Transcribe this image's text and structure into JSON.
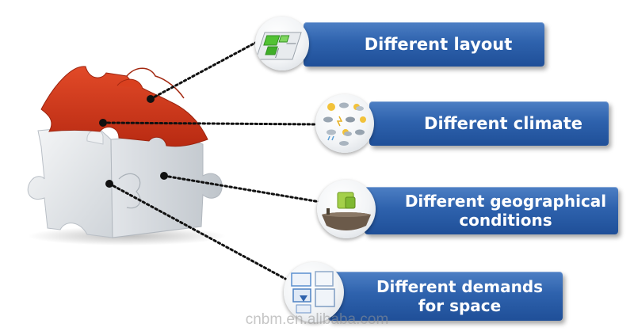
{
  "features": [
    {
      "label": "Different layout",
      "icon": "floor-plan-icon"
    },
    {
      "label": "Different climate",
      "icon": "weather-icons"
    },
    {
      "label_line1": "Different geographical",
      "label_line2": "conditions",
      "icon": "terrain-icon"
    },
    {
      "label_line1": "Different demands",
      "label_line2": "for space",
      "icon": "space-blocks-icon"
    }
  ],
  "watermark": "cnbm.en.alibaba.com",
  "colors": {
    "banner": "#2e62ad",
    "roof": "#d63a1c",
    "walls": "#e9ecef",
    "connector": "#111111"
  }
}
